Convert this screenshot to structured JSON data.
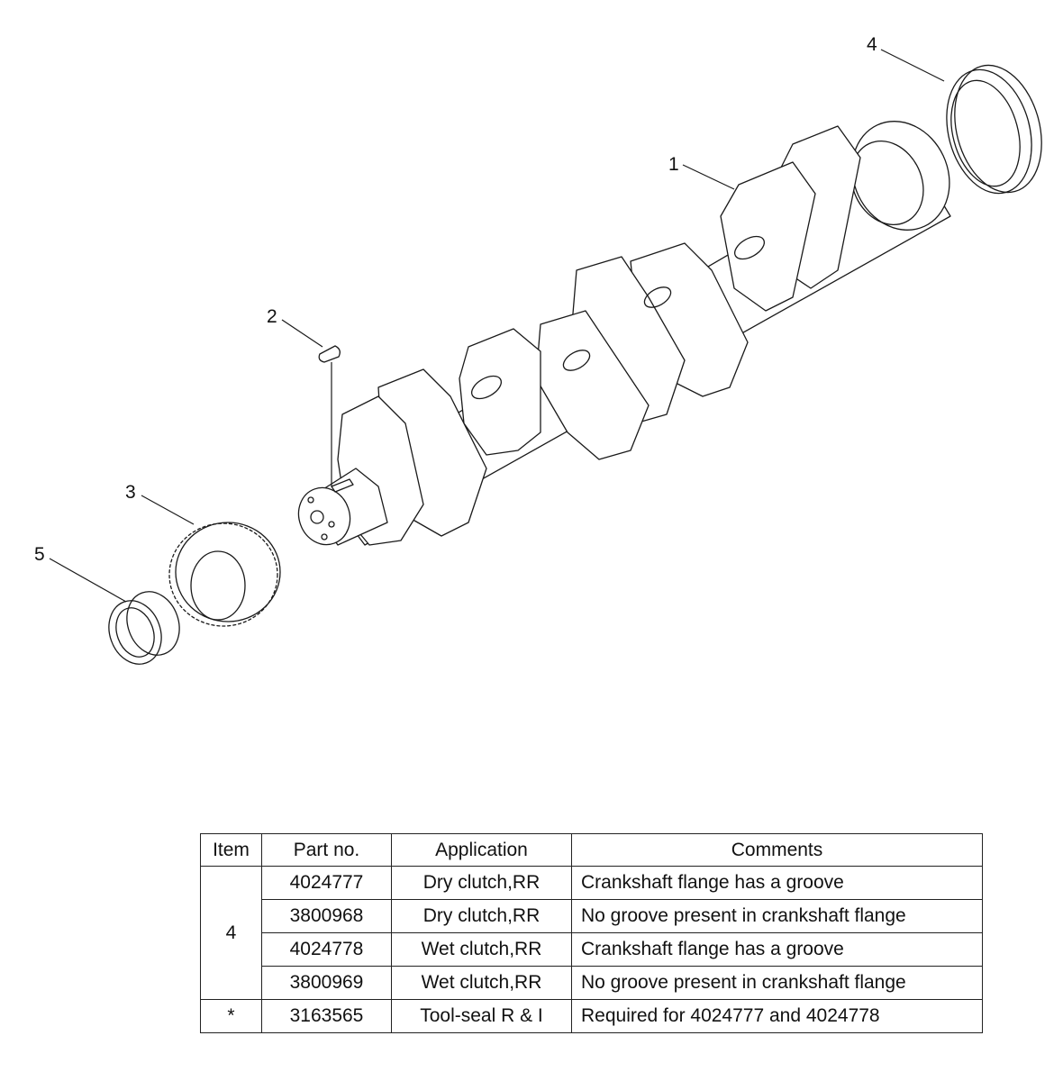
{
  "callouts": [
    {
      "id": "1",
      "label": "1"
    },
    {
      "id": "2",
      "label": "2"
    },
    {
      "id": "3",
      "label": "3"
    },
    {
      "id": "4",
      "label": "4"
    },
    {
      "id": "5",
      "label": "5"
    }
  ],
  "table": {
    "headers": [
      "Item",
      "Part no.",
      "Application",
      "Comments"
    ],
    "group_item": "4",
    "rows": [
      {
        "part": "4024777",
        "application": "Dry clutch,RR",
        "comment": "Crankshaft flange has a groove"
      },
      {
        "part": "3800968",
        "application": "Dry clutch,RR",
        "comment": "No groove present in crankshaft flange"
      },
      {
        "part": "4024778",
        "application": "Wet clutch,RR",
        "comment": "Crankshaft flange has a groove"
      },
      {
        "part": "3800969",
        "application": "Wet clutch,RR",
        "comment": "No groove present in crankshaft flange"
      }
    ],
    "extra": {
      "item": "*",
      "part": "3163565",
      "application": "Tool-seal R & I",
      "comment": "Required for 4024777 and 4024778"
    }
  }
}
